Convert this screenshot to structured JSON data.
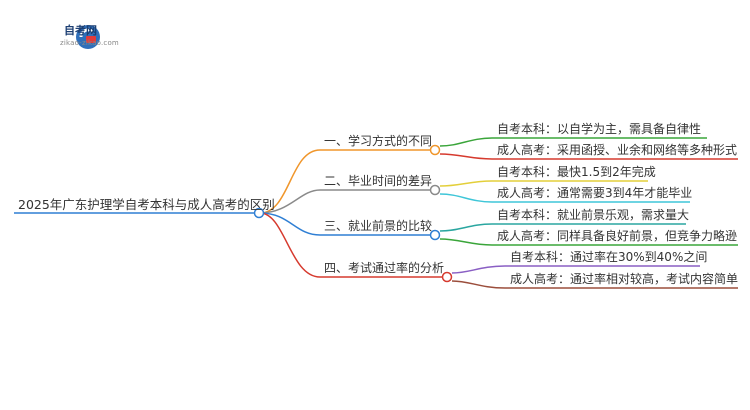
{
  "logo": {
    "name": "自考网",
    "url": "zikao-zikao.com"
  },
  "mindmap": {
    "root": "2025年广东护理学自考本科与成人高考的区别",
    "branches": [
      {
        "label": "一、学习方式的不同",
        "color": "#f0962b",
        "children": [
          {
            "text": "自考本科：以自学为主，需具备自律性",
            "color": "#3aa53a"
          },
          {
            "text": "成人高考：采用函授、业余和网络等多种形式",
            "color": "#d63a2e"
          }
        ]
      },
      {
        "label": "二、毕业时间的差异",
        "color": "#8a8a8a",
        "children": [
          {
            "text": "自考本科：最快1.5到2年完成",
            "color": "#e3cf3a"
          },
          {
            "text": "成人高考：通常需要3到4年才能毕业",
            "color": "#3fc6d8"
          }
        ]
      },
      {
        "label": "三、就业前景的比较",
        "color": "#2f7fd4",
        "children": [
          {
            "text": "自考本科：就业前景乐观，需求量大",
            "color": "#2aa6a0"
          },
          {
            "text": "成人高考：同样具备良好前景，但竞争力略逊",
            "color": "#3aa53a"
          }
        ]
      },
      {
        "label": "四、考试通过率的分析",
        "color": "#d63a2e",
        "children": [
          {
            "text": "自考本科：通过率在30%到40%之间",
            "color": "#8a5fc4"
          },
          {
            "text": "成人高考：通过率相对较高，考试内容简单",
            "color": "#9b4e3c"
          }
        ]
      }
    ]
  }
}
